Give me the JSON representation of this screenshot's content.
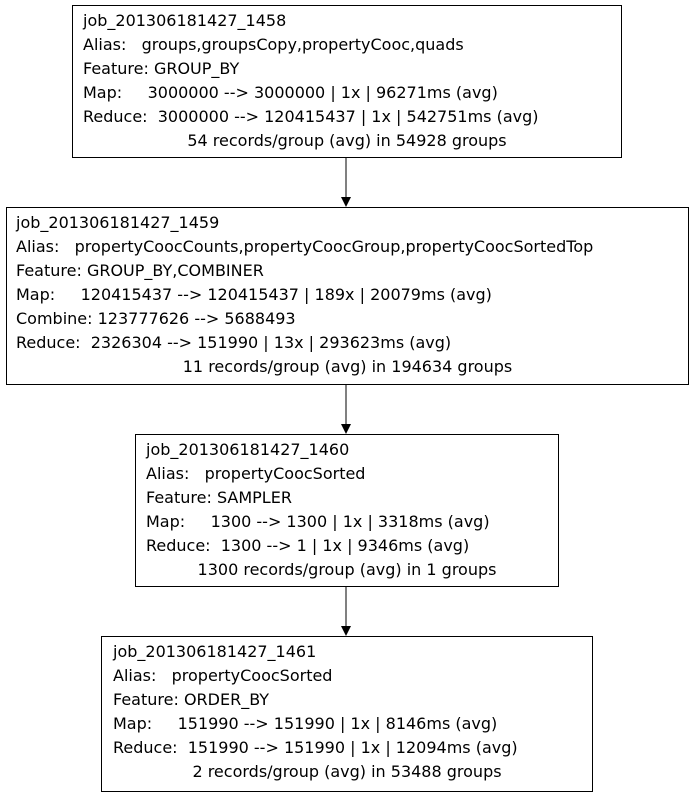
{
  "nodes": [
    {
      "id": "job_201306181427_1458",
      "alias": "Alias:   groups,groupsCopy,propertyCooc,quads",
      "feature": "Feature: GROUP_BY",
      "map": "Map:     3000000 --> 3000000 | 1x | 96271ms (avg)",
      "reduce": "Reduce:  3000000 --> 120415437 | 1x | 542751ms (avg)",
      "summary": "54 records/group (avg) in 54928 groups"
    },
    {
      "id": "job_201306181427_1459",
      "alias": "Alias:   propertyCoocCounts,propertyCoocGroup,propertyCoocSortedTop",
      "feature": "Feature: GROUP_BY,COMBINER",
      "map": "Map:     120415437 --> 120415437 | 189x | 20079ms (avg)",
      "combine": "Combine: 123777626 --> 5688493",
      "reduce": "Reduce:  2326304 --> 151990 | 13x | 293623ms (avg)",
      "summary": "11 records/group (avg) in 194634 groups"
    },
    {
      "id": "job_201306181427_1460",
      "alias": "Alias:   propertyCoocSorted",
      "feature": "Feature: SAMPLER",
      "map": "Map:     1300 --> 1300 | 1x | 3318ms (avg)",
      "reduce": "Reduce:  1300 --> 1 | 1x | 9346ms (avg)",
      "summary": "1300 records/group (avg) in 1 groups"
    },
    {
      "id": "job_201306181427_1461",
      "alias": "Alias:   propertyCoocSorted",
      "feature": "Feature: ORDER_BY",
      "map": "Map:     151990 --> 151990 | 1x | 8146ms (avg)",
      "reduce": "Reduce:  151990 --> 151990 | 1x | 12094ms (avg)",
      "summary": "2 records/group (avg) in 53488 groups"
    }
  ],
  "edges": [
    {
      "from": "job_201306181427_1458",
      "to": "job_201306181427_1459"
    },
    {
      "from": "job_201306181427_1459",
      "to": "job_201306181427_1460"
    },
    {
      "from": "job_201306181427_1460",
      "to": "job_201306181427_1461"
    }
  ]
}
